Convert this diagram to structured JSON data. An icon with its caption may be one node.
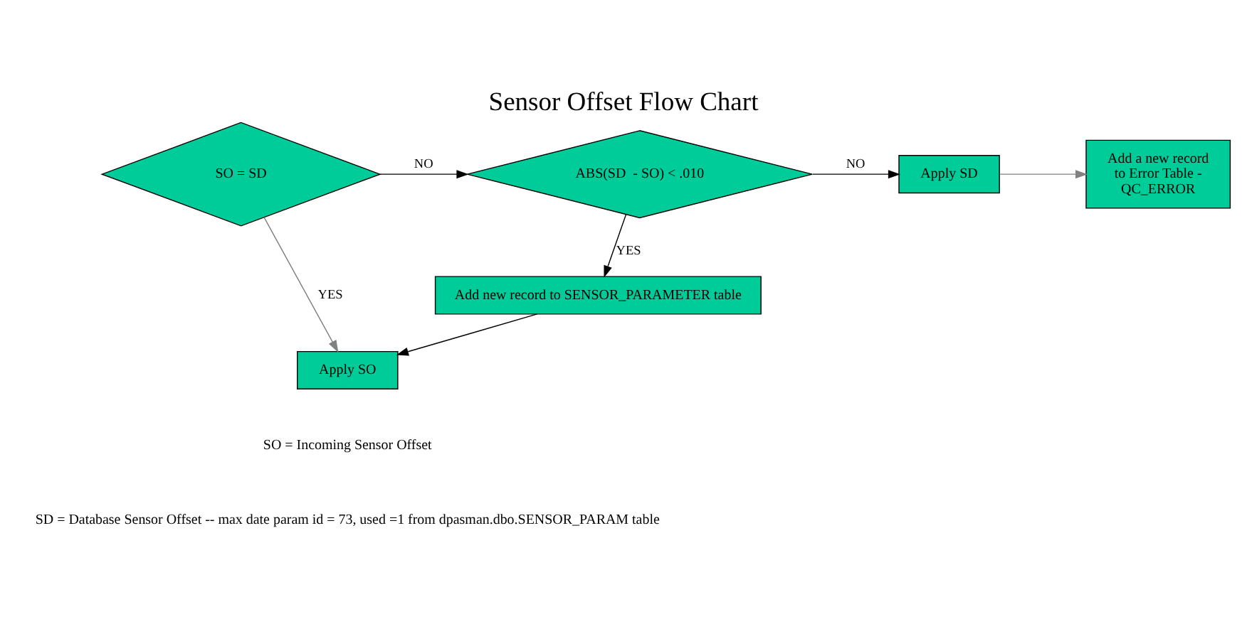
{
  "diagram": {
    "title": "Sensor Offset Flow Chart",
    "nodes": [
      {
        "text": [
          "SO = SD"
        ]
      },
      {
        "text": [
          "ABS(SD  - SO) < .010"
        ]
      },
      {
        "text": [
          "Apply SD"
        ]
      },
      {
        "text": [
          "Add a new record to Error Table - QC_ERROR"
        ]
      },
      {
        "text": [
          "Add new record to SENSOR_PARAMETER table"
        ]
      },
      {
        "text": [
          "Apply SO"
        ]
      }
    ],
    "edges": [
      {
        "from": 0,
        "to": 1,
        "arrow": "to",
        "label": "NO"
      },
      {
        "from": 1,
        "to": 2,
        "arrow": "to",
        "label": "NO"
      },
      {
        "from": 2,
        "to": 3,
        "arrow": "to",
        "color": "#808080"
      },
      {
        "from": 1,
        "to": 4,
        "arrow": "to",
        "label": "YES"
      },
      {
        "from": 0,
        "to": 5,
        "arrow": "to",
        "label": "YES",
        "color": "#808080"
      },
      {
        "from": 4,
        "to": 5,
        "arrow": "to"
      }
    ],
    "labels": [
      "SO = Incoming Sensor Offset",
      "SD = Database Sensor Offset -- max date param id = 73, used =1 from dpasman.dbo.SENSOR_PARAM table"
    ]
  }
}
